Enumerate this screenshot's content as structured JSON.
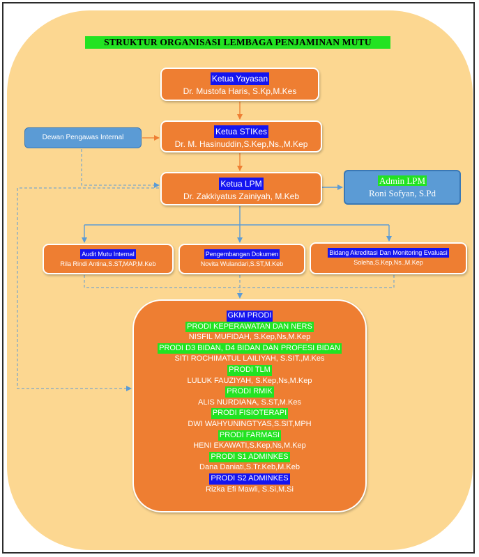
{
  "title": "STRUKTUR ORGANISASI LEMBAGA PENJAMINAN MUTU",
  "nodes": {
    "ketua_yayasan": {
      "role": "Ketua Yayasan",
      "name": "Dr. Mustofa Haris, S.Kp,M.Kes"
    },
    "ketua_stikes": {
      "role": "Ketua STIKes",
      "name": "Dr. M. Hasinuddin,S.Kep,Ns.,M.Kep"
    },
    "dewan_pengawas": {
      "role": "Dewan Pengawas Internal"
    },
    "ketua_lpm": {
      "role": "Ketua LPM",
      "name": "Dr. Zakkiyatus Zainiyah, M.Keb"
    },
    "admin_lpm": {
      "role": "Admin LPM",
      "name": "Roni Sofyan, S.Pd"
    },
    "audit": {
      "role": "Audit Mutu Internal",
      "name": "Rila Rindi Antina,S.ST,MAP,M.Keb"
    },
    "dokumen": {
      "role": "Pengembangan Dokumen",
      "name": "Novita Wulandari,S.ST,M.Keb"
    },
    "akreditasi": {
      "role": "Bidang Akreditasi Dan Monitoring Evaluasi",
      "name": "Soleha,S.Kep,Ns.,M.Kep"
    }
  },
  "gkm": {
    "heading": "GKM PRODI",
    "prodi": [
      {
        "name": "PRODI KEPERAWATAN DAN NERS",
        "person": "NISFIL MUFIDAH, S.Kep,Ns,M.Kep",
        "highlight": "green"
      },
      {
        "name": "PRODI D3 BIDAN, D4 BIDAN DAN PROFESI BIDAN",
        "person": "SITI ROCHIMATUL LAILIYAH, S.SIT.,M.Kes",
        "highlight": "green"
      },
      {
        "name": "PRODI TLM",
        "person": "LULUK FAUZIYAH, S.Kep,Ns,M.Kep",
        "highlight": "green"
      },
      {
        "name": "PRODI RMIK",
        "person": "ALIS NURDIANA, S.ST,M.Kes",
        "highlight": "green"
      },
      {
        "name": "PRODI FISIOTERAPI",
        "person": "DWI WAHYUNINGTYAS,S.SIT,MPH",
        "highlight": "green"
      },
      {
        "name": "PRODI FARMASI",
        "person": "HENI EKAWATI,S.Kep,Ns,M.Kep",
        "highlight": "green"
      },
      {
        "name": "PRODI S1 ADMINKES",
        "person": "Dana Daniati,S.Tr.Keb,M.Keb",
        "highlight": "green"
      },
      {
        "name": "PRODI S2 ADMINKES",
        "person": "Rizka Efi Mawli, S.Si,M.Si",
        "highlight": "blue"
      }
    ]
  },
  "colors": {
    "background": "#fcd791",
    "box_orange": "#ee7e32",
    "box_blue": "#5b9bd5",
    "highlight_blue": "#1414f0",
    "highlight_green": "#22e322",
    "arrow_orange": "#ee7e32",
    "arrow_blue": "#5b9bd5"
  }
}
